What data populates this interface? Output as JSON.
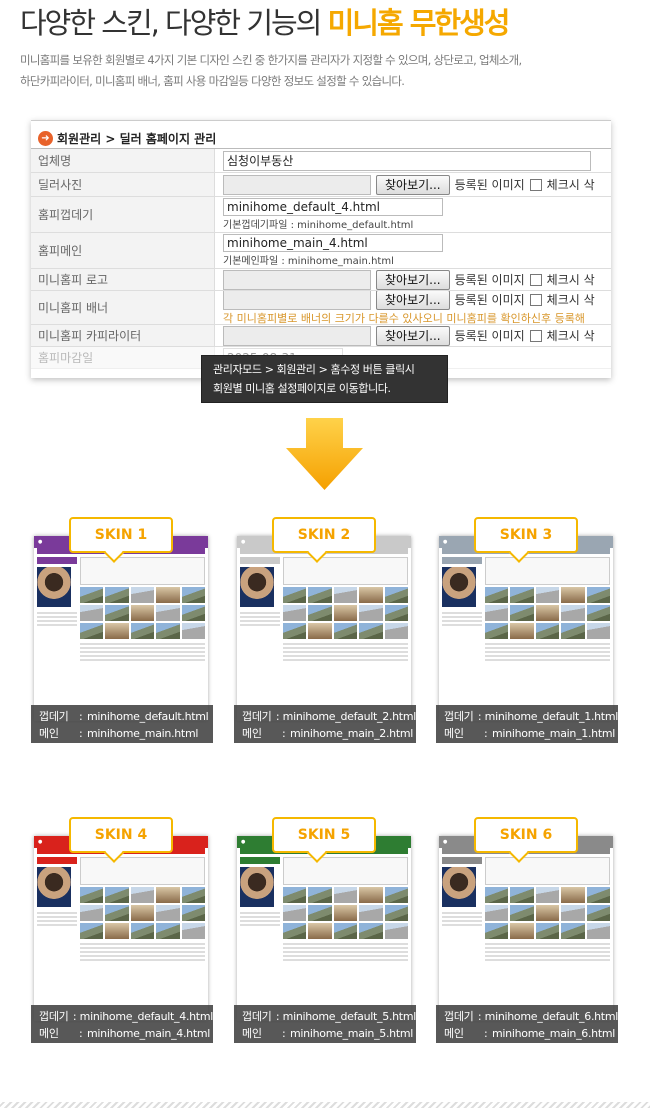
{
  "header": {
    "title_plain": "다양한 스킨, 다양한 기능의 ",
    "title_highlight": "미니홈 무한생성",
    "description_line1": "미니홈피를 보유한 회원별로 4가지 기본 디자인 스킨 중 한가지를 관리자가 지정할 수 있으며, 상단로고, 업체소개,",
    "description_line2": "하단카피라이터, 미니홈피 배너, 홈피 사용 마감일등 다양한 정보도 설정할 수 있습니다."
  },
  "admin_panel": {
    "breadcrumb": "회원관리 > 딜러 홈페이지 관리",
    "rows": {
      "company": {
        "label": "업체명",
        "value": "심청이부동산"
      },
      "dealer_photo": {
        "label": "딜러사진",
        "browse": "찾아보기...",
        "registered": "등록된 이미지",
        "delete": "체크시 삭"
      },
      "homepage_cover": {
        "label": "홈피껍데기",
        "value": "minihome_default_4.html",
        "note": "기본껍데기파일 : minihome_default.html"
      },
      "homepage_main": {
        "label": "홈피메인",
        "value": "minihome_main_4.html",
        "note": "기본메인파일 : minihome_main.html"
      },
      "logo": {
        "label": "미니홈피 로고",
        "browse": "찾아보기...",
        "registered": "등록된 이미지",
        "delete": "체크시 삭"
      },
      "banner": {
        "label": "미니홈피 배너",
        "browse": "찾아보기...",
        "registered": "등록된 이미지",
        "delete": "체크시 삭",
        "notice": "각 미니홈피별로 배너의 크기가 다를수 있사오니 미니홈피를 확인하신후 등록해"
      },
      "copyright": {
        "label": "미니홈피 카피라이터",
        "browse": "찾아보기...",
        "registered": "등록된 이미지",
        "delete": "체크시 삭"
      },
      "deadline": {
        "label": "홈피마감일",
        "value": "2025-08-31"
      }
    }
  },
  "tooltip": {
    "line1": "관리자모드 > 회원관리 > 홈수정 버튼 클릭시",
    "line2": "회원별 미니홈 설정페이지로 이동합니다."
  },
  "caption_keys": {
    "cover": "껍데기",
    "main": "메인",
    "colon": ":"
  },
  "skins": [
    {
      "label": "SKIN 1",
      "cover": "minihome_default.html",
      "main": "minihome_main.html",
      "accent": "#7a3a9a"
    },
    {
      "label": "SKIN 2",
      "cover": "minihome_default_2.html",
      "main": "minihome_main_2.html",
      "accent": "#c9c9c9"
    },
    {
      "label": "SKIN 3",
      "cover": "minihome_default_1.html",
      "main": "minihome_main_1.html",
      "accent": "#9aa6b2"
    },
    {
      "label": "SKIN 4",
      "cover": "minihome_default_4.html",
      "main": "minihome_main_4.html",
      "accent": "#d9221c"
    },
    {
      "label": "SKIN 5",
      "cover": "minihome_default_5.html",
      "main": "minihome_main_5.html",
      "accent": "#2e7d32"
    },
    {
      "label": "SKIN 6",
      "cover": "minihome_default_6.html",
      "main": "minihome_main_6.html",
      "accent": "#8a8a8a"
    }
  ],
  "colors": {
    "highlight": "#f5a800",
    "bubble_border": "#f5b800",
    "arrow": "#f8b600",
    "caption_bg": "#464646"
  }
}
